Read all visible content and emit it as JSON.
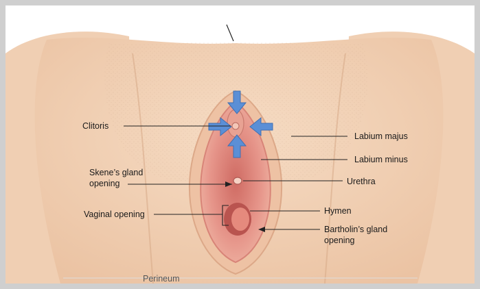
{
  "labels": {
    "clitoris": "Clitoris",
    "skenes_line1": "Skene’s gland",
    "skenes_line2": "opening",
    "vaginal_opening": "Vaginal opening",
    "labium_majus": "Labium majus",
    "labium_minus": "Labium minus",
    "urethra": "Urethra",
    "hymen": "Hymen",
    "bartholin_line1": "Bartholin’s gland",
    "bartholin_line2": "opening",
    "perineum": "Perineum"
  },
  "colors": {
    "skin": "#f2d3b8",
    "skin_shadow": "#e6bb98",
    "mucosa": "#e79a8a",
    "mucosa_dark": "#c75e58",
    "arrow": "#5b8fd6",
    "frame": "#cfcfcf"
  }
}
